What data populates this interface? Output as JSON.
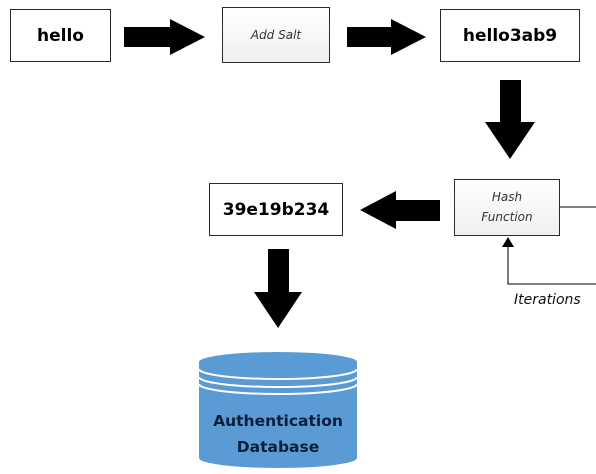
{
  "nodes": {
    "input": "hello",
    "salt_step": "Add Salt",
    "salted": "hello3ab9",
    "hash_function": "Hash\nFunction",
    "output": "39e19b234",
    "iterations": "Iterations",
    "database_line1": "Authentication",
    "database_line2": "Database"
  },
  "colors": {
    "arrow": "#000000",
    "database_fill": "#5b9bd5",
    "database_ring": "#ffffff",
    "box_border": "#2b2b2b"
  }
}
